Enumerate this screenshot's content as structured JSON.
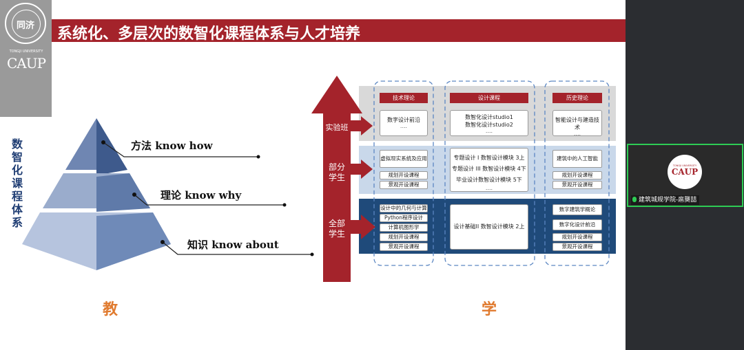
{
  "logo": {
    "seal_text": "同济",
    "subtitle": "TONGJI UNIVERSITY",
    "name": "CAUP"
  },
  "title": "系统化、多层次的数智化课程体系与人才培养",
  "vertical_title": [
    "数",
    "智",
    "化",
    "课",
    "程",
    "体",
    "系"
  ],
  "pyramid": {
    "labels": [
      "方法 know how",
      "理论 know why",
      "知识 know about"
    ],
    "colors": [
      "#6f86b2",
      "#9aaccc",
      "#b6c4de"
    ]
  },
  "teach_label": "教",
  "learn_label": "学",
  "arrow_labels": {
    "top": "实验班",
    "middle": [
      "部分",
      "学生"
    ],
    "bottom": [
      "全部",
      "学生"
    ]
  },
  "colors": {
    "accent": "#a4232b",
    "navy": "#1f4a7a",
    "light_blue": "#c9d8ea",
    "gray": "#d9d9d9",
    "pyramid_text": "#1f3d73",
    "orange": "#e07a2e",
    "speaking": "#2ecc54"
  },
  "columns": {
    "tech": "技术理论",
    "design": "设计课程",
    "history": "历史理论"
  },
  "rows": {
    "lab": {
      "tech": [
        "数字设计前沿",
        "...."
      ],
      "design": [
        "数智化设计studio1",
        "数智化设计studio2",
        "...."
      ],
      "history": [
        "智能设计与建造技术",
        "...."
      ]
    },
    "partial": {
      "tech_main": "虚拟现实系统及应用",
      "tech_extra": [
        "规划开设课程",
        "景观开设课程"
      ],
      "design": [
        "专题设计 I 数智设计模块  3上",
        "专题设计 III 数智设计模块  4下",
        "毕业设计数智设计模块     5下",
        "...."
      ],
      "history_main": "建筑中的人工智能",
      "history_extra": [
        "规划开设课程",
        "景观开设课程"
      ]
    },
    "all": {
      "tech": [
        "设计中的几何与计算",
        "Python程序设计",
        "计算机图形学",
        "规划开设课程",
        "景观开设课程"
      ],
      "design": "设计基础II 数智设计模块  2上",
      "history": [
        "数字建筑学概论",
        "数字化设计前沿",
        "规划开设课程",
        "景观开设课程"
      ]
    }
  },
  "participant": {
    "avatar_sub": "TONGJI UNIVERSITY",
    "avatar_text": "CAUP",
    "name": "建筑城规学院-扈龑喆"
  }
}
